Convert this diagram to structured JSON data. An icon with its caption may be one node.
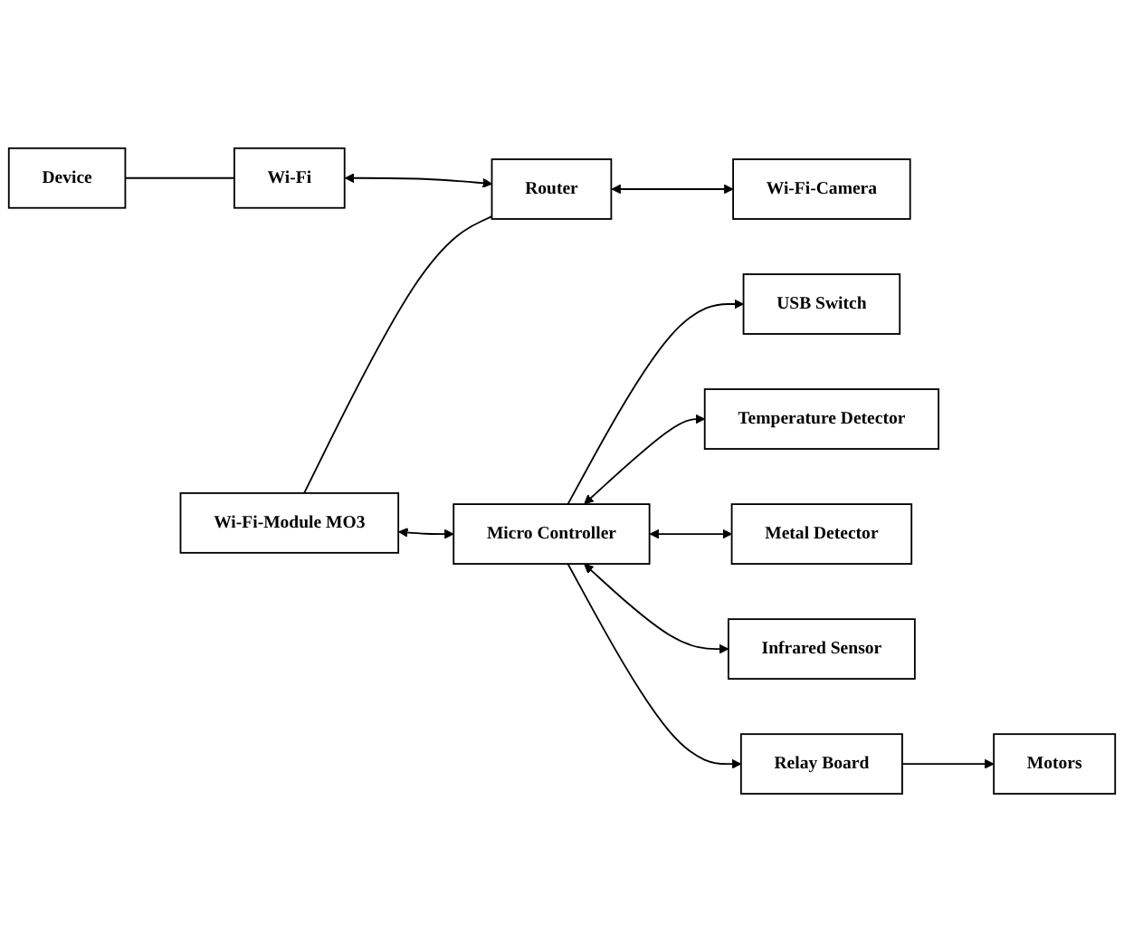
{
  "diagram": {
    "nodes": [
      {
        "text": [
          "Device"
        ]
      },
      {
        "text": [
          "Wi-Fi"
        ]
      },
      {
        "text": [
          "Wi-Fi-Module MO3"
        ]
      },
      {
        "text": [
          "Router"
        ]
      },
      {
        "text": [
          "Wi-Fi-Camera"
        ]
      },
      {
        "text": [
          "USB Switch"
        ]
      },
      {
        "text": [
          "Micro Controller"
        ]
      },
      {
        "text": [
          "Temperature Detector"
        ]
      },
      {
        "text": [
          "Metal Detector"
        ]
      },
      {
        "text": [
          "Infrared Sensor"
        ]
      },
      {
        "text": [
          "Relay Board"
        ]
      },
      {
        "text": [
          "Motors"
        ]
      }
    ],
    "edges": [
      {
        "from": 0,
        "to": 1,
        "arrow": "none"
      },
      {
        "from": 1,
        "to": 3,
        "arrow": "both"
      },
      {
        "from": 2,
        "to": 3,
        "arrow": "none"
      },
      {
        "from": 3,
        "to": 4,
        "arrow": "both"
      },
      {
        "from": 2,
        "to": 6,
        "arrow": "both"
      },
      {
        "from": 6,
        "to": 5,
        "arrow": "to"
      },
      {
        "from": 6,
        "to": 7,
        "arrow": "both"
      },
      {
        "from": 6,
        "to": 8,
        "arrow": "both"
      },
      {
        "from": 6,
        "to": 9,
        "arrow": "both"
      },
      {
        "from": 6,
        "to": 10,
        "arrow": "to"
      },
      {
        "from": 10,
        "to": 11,
        "arrow": "to"
      }
    ]
  }
}
